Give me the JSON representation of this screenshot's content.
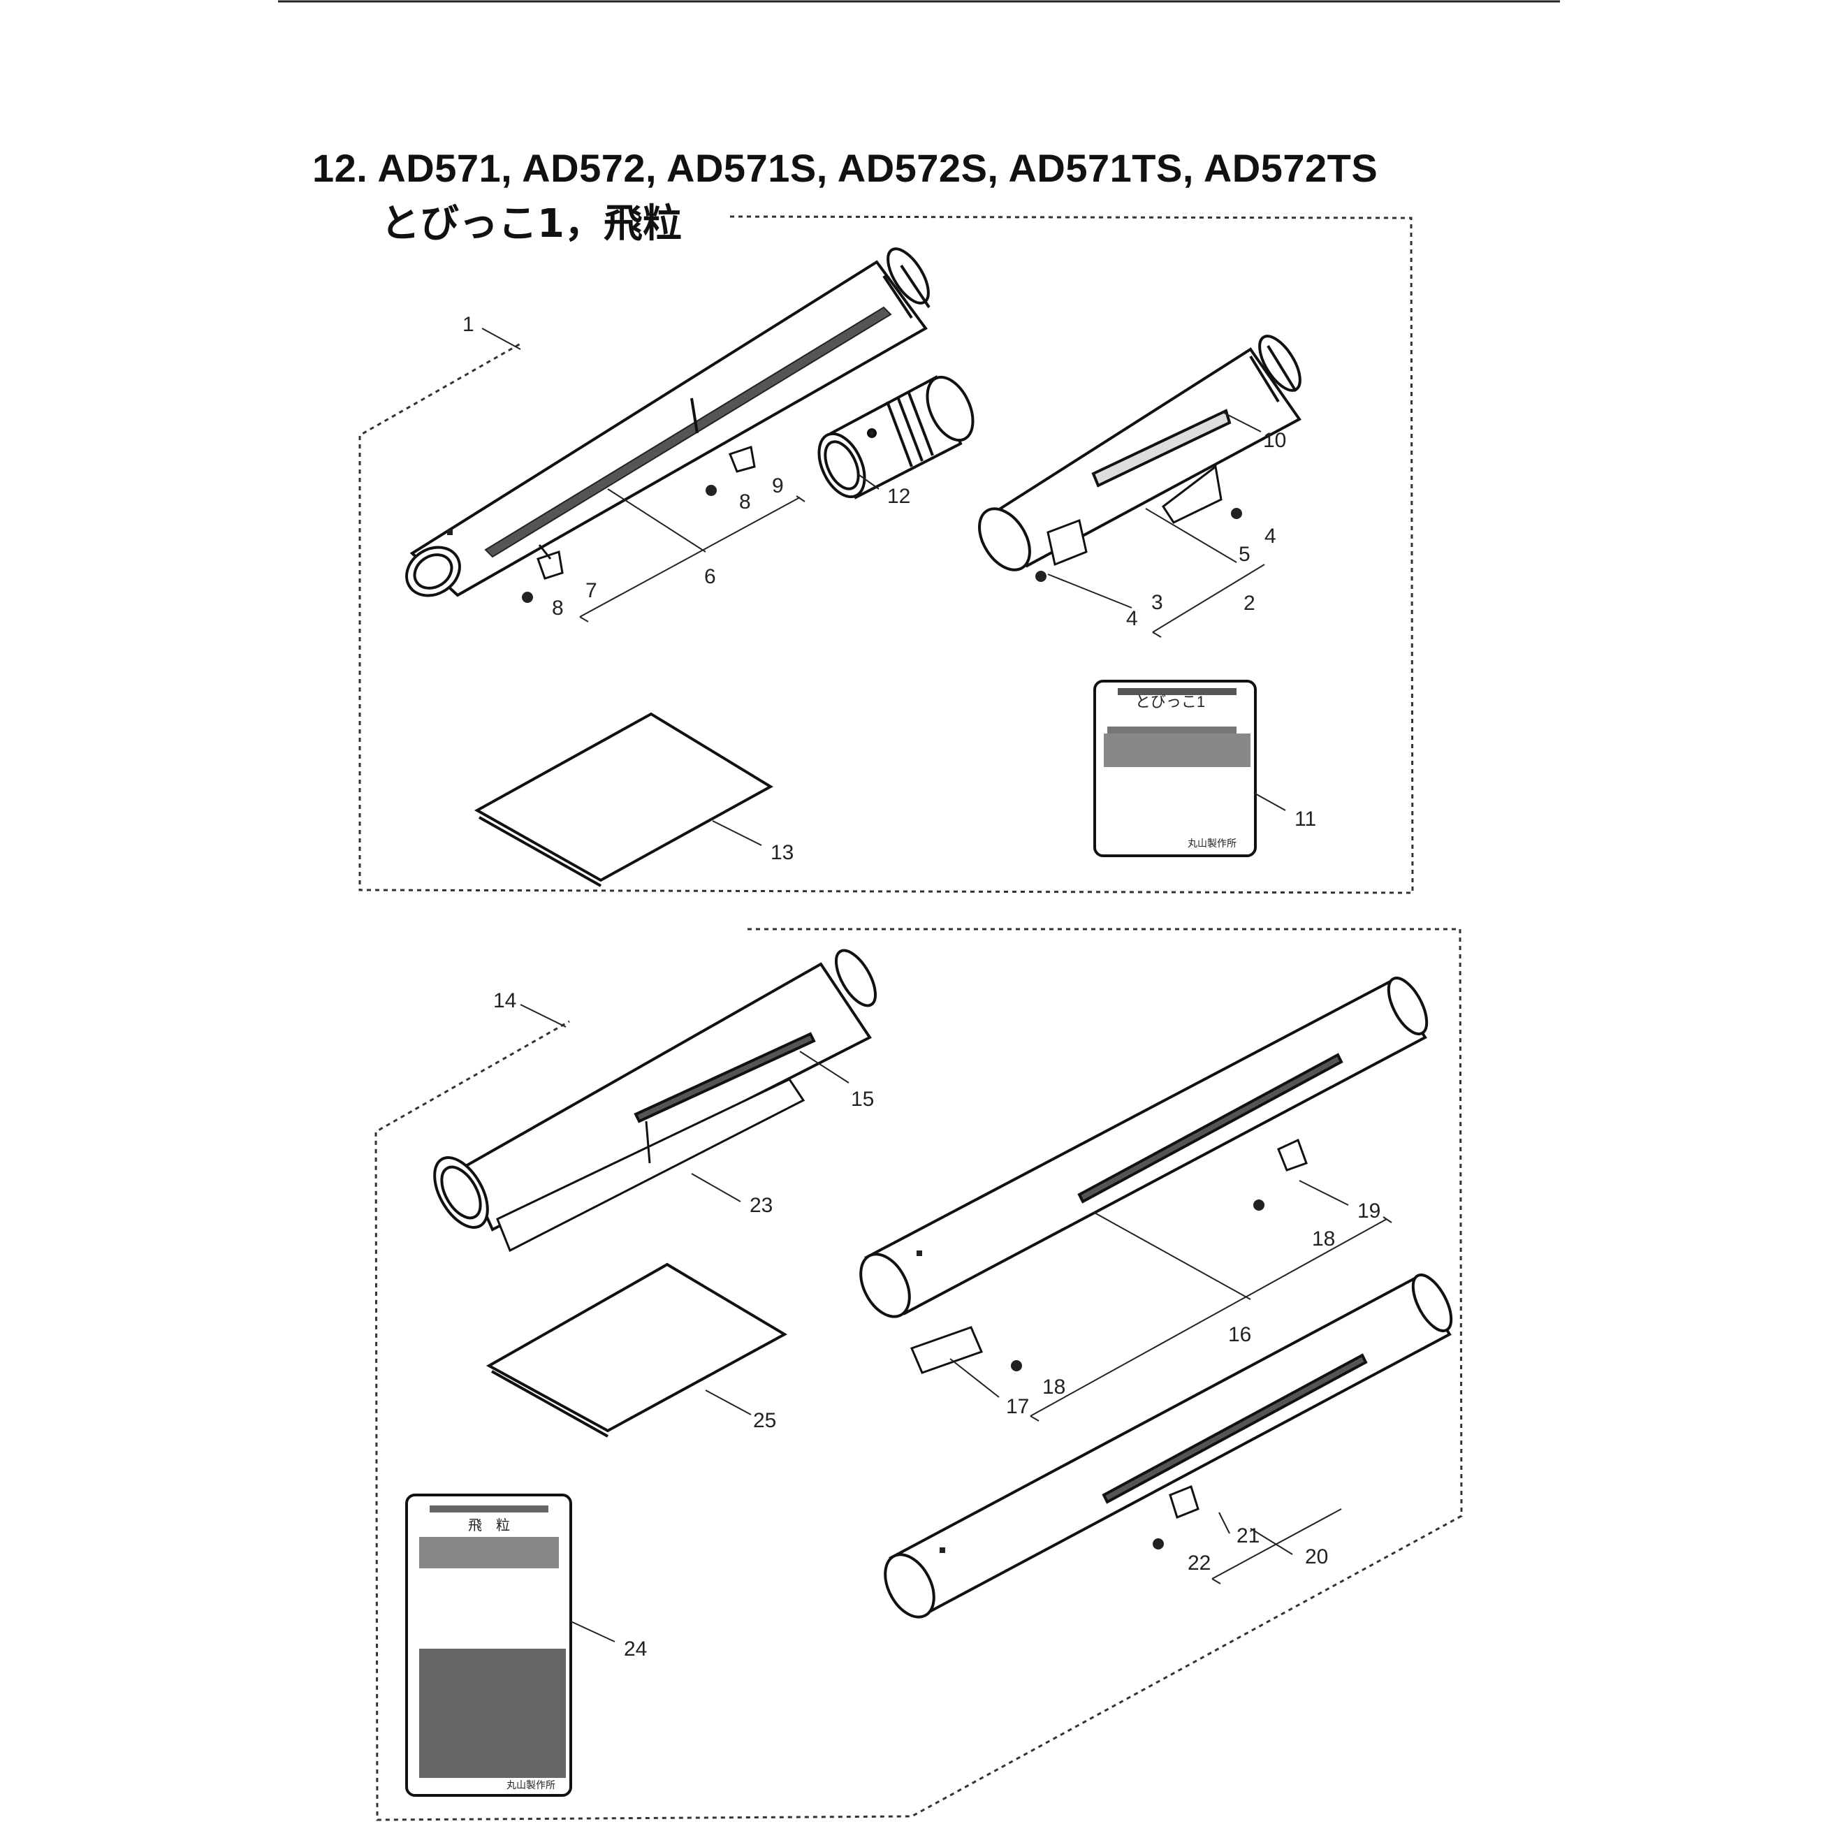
{
  "title": "12. AD571, AD572, AD571S, AD572S, AD571TS, AD572TS",
  "subtitle": "とびっこ1，飛粒",
  "callouts": {
    "c1": "1",
    "c2": "2",
    "c3": "3",
    "c4a": "4",
    "c4b": "4",
    "c5": "5",
    "c6": "6",
    "c7": "7",
    "c8a": "8",
    "c8b": "8",
    "c9": "9",
    "c10": "10",
    "c11": "11",
    "c12": "12",
    "c13": "13",
    "c14": "14",
    "c15": "15",
    "c16": "16",
    "c17": "17",
    "c18a": "18",
    "c18b": "18",
    "c19": "19",
    "c20": "20",
    "c21": "21",
    "c22": "22",
    "c23": "23",
    "c24": "24",
    "c25": "25"
  },
  "label11": {
    "line1": "とびっこ1",
    "footer": "丸山製作所"
  },
  "label24": {
    "line1": "飛　粒",
    "footer": "丸山製作所"
  }
}
